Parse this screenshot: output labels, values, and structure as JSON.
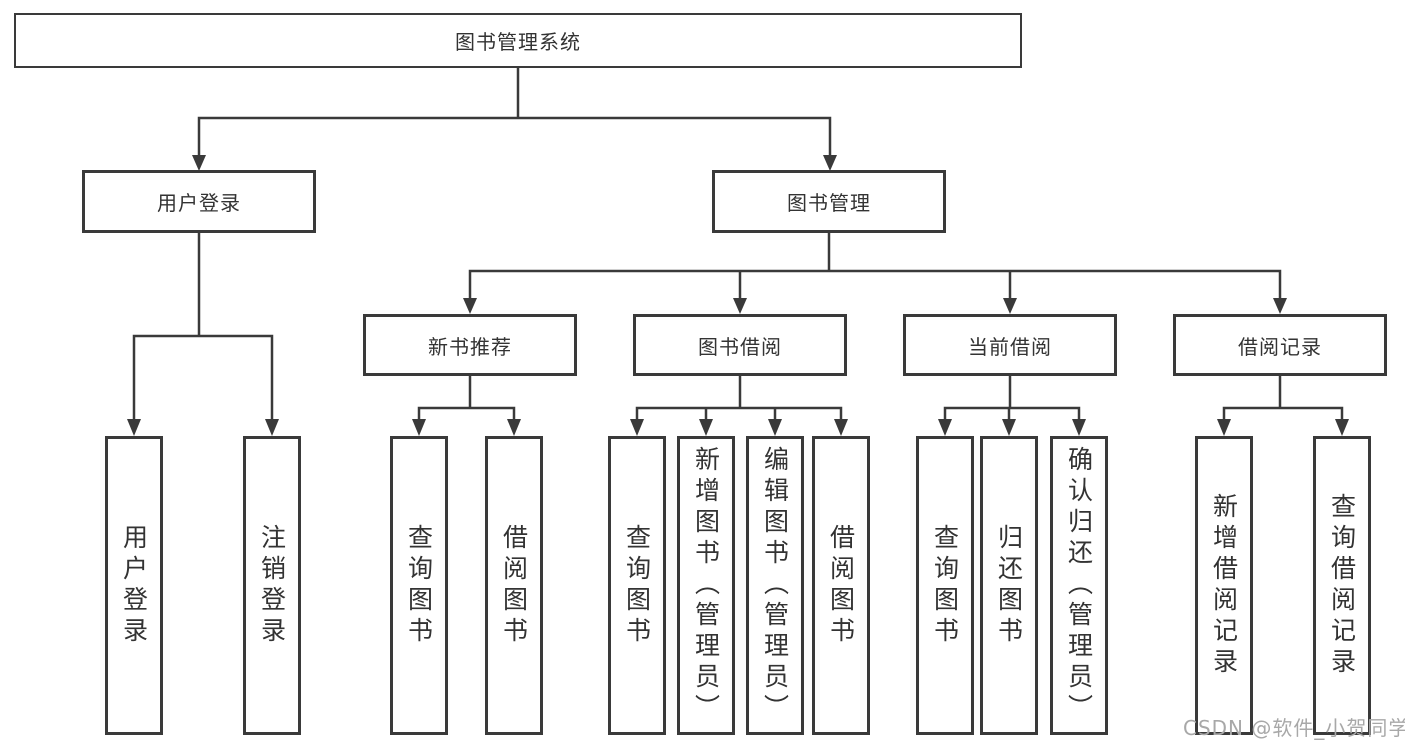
{
  "diagram": {
    "root": "图书管理系统",
    "level2": {
      "user": "用户登录",
      "book": "图书管理"
    },
    "level3": {
      "recommend": "新书推荐",
      "borrow": "图书借阅",
      "current": "当前借阅",
      "records": "借阅记录"
    },
    "leaves": {
      "user_login": "用户登录",
      "user_logout": "注销登录",
      "rec_query": "查询图书",
      "rec_borrow": "借阅图书",
      "bor_query": "查询图书",
      "bor_add": "新增图书（管理员）",
      "bor_edit": "编辑图书（管理员）",
      "bor_borrow": "借阅图书",
      "cur_query": "查询图书",
      "cur_return": "归还图书",
      "cur_confirm": "确认归还（管理员）",
      "log_add": "新增借阅记录",
      "log_query": "查询借阅记录"
    }
  },
  "watermark": "CSDN @软件_小贺同学",
  "colors": {
    "line": "#3a3a3a",
    "text": "#333333",
    "background": "#ffffff",
    "watermark": "#a8a8a8"
  }
}
